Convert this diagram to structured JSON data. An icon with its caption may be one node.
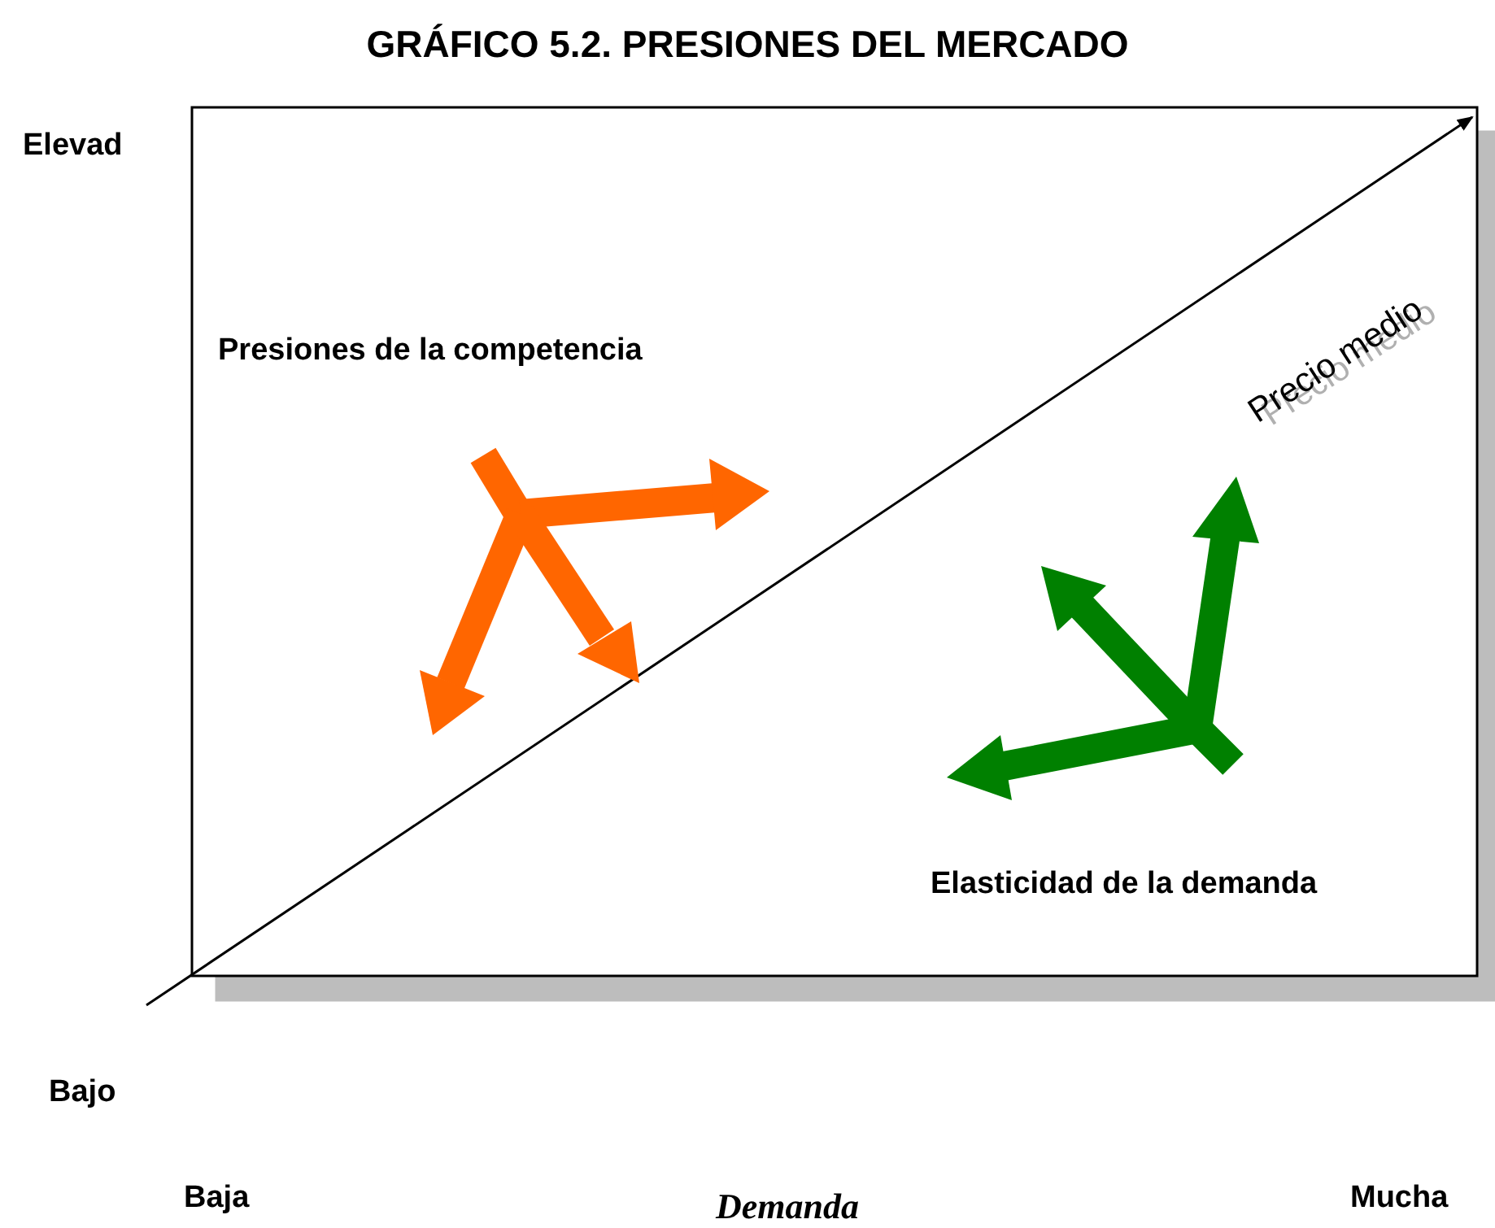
{
  "diagram": {
    "title": "GRÁFICO 5.2. PRESIONES DEL MERCADO",
    "labels": [
      "Elevad",
      "Presiones de la competencia",
      "Precio medio",
      "Elasticidad de la demanda",
      "Bajo",
      "Baja",
      "Demanda",
      "Mucha"
    ]
  }
}
